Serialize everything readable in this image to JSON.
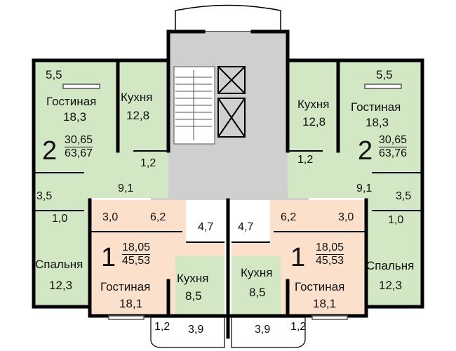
{
  "colors": {
    "green": "#d2e8c4",
    "peach": "#fbe1cc",
    "core": "#cfcfcf",
    "wall": "#000000",
    "background": "#ffffff"
  },
  "apt_left_2": {
    "rooms": "2",
    "living_area": "30,65",
    "total_area": "63,67",
    "balcony": "5,5",
    "living_name": "Гостиная",
    "living_size": "18,3",
    "kitchen_name": "Кухня",
    "kitchen_size": "12,8",
    "wc": "1,2",
    "hall": "9,1",
    "bath": "3,5",
    "toilet": "1,0",
    "bedroom_name": "Спальня",
    "bedroom_size": "12,3"
  },
  "apt_right_2": {
    "rooms": "2",
    "living_area": "30,65",
    "total_area": "63,76",
    "balcony": "5,5",
    "living_name": "Гостиная",
    "living_size": "18,3",
    "kitchen_name": "Кухня",
    "kitchen_size": "12,8",
    "wc": "1,2",
    "hall": "9,1",
    "bath": "3,5",
    "toilet": "1,0",
    "bedroom_name": "Спальня",
    "bedroom_size": "12,3"
  },
  "apt_left_1": {
    "rooms": "1",
    "living_area": "18,05",
    "total_area": "45,53",
    "bath": "3,0",
    "hall": "6,2",
    "wc": "4,7",
    "kitchen_name": "Кухня",
    "kitchen_size": "8,5",
    "living_name": "Гостиная",
    "living_size": "18,1",
    "balcony_a": "1,2",
    "balcony_b": "3,9"
  },
  "apt_right_1": {
    "rooms": "1",
    "living_area": "18,05",
    "total_area": "45,53",
    "bath": "3,0",
    "hall": "6,2",
    "wc": "4,7",
    "kitchen_name": "Кухня",
    "kitchen_size": "8,5",
    "living_name": "Гостиная",
    "living_size": "18,1",
    "balcony_a": "1,2",
    "balcony_b": "3,9"
  }
}
